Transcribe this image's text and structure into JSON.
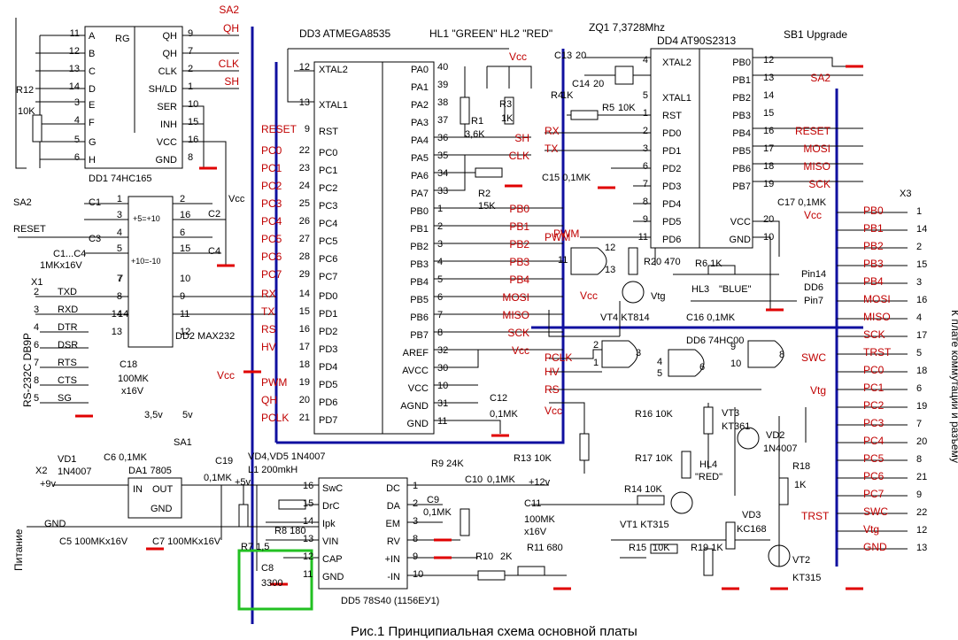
{
  "caption": "Рис.1 Принципиальная схема основной платы",
  "top_labels": {
    "dd3": "DD3 ATMEGA8535",
    "hl": "HL1 \"GREEN\"  HL2 \"RED\"",
    "zq1": "ZQ1 7,3728Mhz",
    "dd4": "DD4  AT90S2313",
    "sb1": "SB1 Upgrade"
  },
  "dd1": {
    "title": "DD1 74HC165",
    "func": "RG",
    "left_pins": [
      {
        "name": "A",
        "num": "11"
      },
      {
        "name": "B",
        "num": "12"
      },
      {
        "name": "C",
        "num": "13"
      },
      {
        "name": "D",
        "num": "14"
      },
      {
        "name": "E",
        "num": "3"
      },
      {
        "name": "F",
        "num": "4"
      },
      {
        "name": "G",
        "num": "5"
      },
      {
        "name": "H",
        "num": "6"
      }
    ],
    "right_pins": [
      {
        "name": "QH",
        "num": "9"
      },
      {
        "name": "QH",
        "num": "7"
      },
      {
        "name": "CLK",
        "num": "2"
      },
      {
        "name": "SH/LD",
        "num": "1"
      },
      {
        "name": "SER",
        "num": "10"
      },
      {
        "name": "INH",
        "num": "15"
      },
      {
        "name": "VCC",
        "num": "16"
      },
      {
        "name": "GND",
        "num": "8"
      }
    ],
    "nets": [
      "SA2",
      "QH",
      "CLK",
      "SH"
    ]
  },
  "dd2": {
    "title": "DD2 MAX232",
    "top_labels": [
      "+5=+10",
      "+10=-10"
    ],
    "left_nums": [
      "1",
      "3",
      "4",
      "5",
      "7",
      "8",
      "14",
      "13"
    ],
    "right_nums": [
      "2",
      "16",
      "6",
      "15",
      "10",
      "9",
      "11",
      "12"
    ]
  },
  "dd3": {
    "left_pins": [
      {
        "net": "",
        "name": "XTAL2",
        "num": "12"
      },
      {
        "net": "",
        "name": "XTAL1",
        "num": "13"
      },
      {
        "net": "RESET",
        "name": "RST",
        "num": "9"
      },
      {
        "net": "PC0",
        "name": "PC0",
        "num": "22"
      },
      {
        "net": "PC1",
        "name": "PC1",
        "num": "23"
      },
      {
        "net": "PC2",
        "name": "PC2",
        "num": "24"
      },
      {
        "net": "PC3",
        "name": "PC3",
        "num": "25"
      },
      {
        "net": "PC4",
        "name": "PC4",
        "num": "26"
      },
      {
        "net": "PC5",
        "name": "PC5",
        "num": "27"
      },
      {
        "net": "PC6",
        "name": "PC6",
        "num": "28"
      },
      {
        "net": "PC7",
        "name": "PC7",
        "num": "29"
      },
      {
        "net": "RX",
        "name": "PD0",
        "num": "14"
      },
      {
        "net": "TX",
        "name": "PD1",
        "num": "15"
      },
      {
        "net": "RS",
        "name": "PD2",
        "num": "16"
      },
      {
        "net": "HV",
        "name": "PD3",
        "num": "17"
      },
      {
        "net": "",
        "name": "PD4",
        "num": "18"
      },
      {
        "net": "PWM",
        "name": "PD5",
        "num": "19"
      },
      {
        "net": "QH",
        "name": "PD6",
        "num": "20"
      },
      {
        "net": "PCLK",
        "name": "PD7",
        "num": "21"
      }
    ],
    "right_pins": [
      {
        "net": "",
        "name": "PA0",
        "num": "40"
      },
      {
        "net": "",
        "name": "PA1",
        "num": "39"
      },
      {
        "net": "",
        "name": "PA2",
        "num": "38"
      },
      {
        "net": "",
        "name": "PA3",
        "num": "37"
      },
      {
        "net": "SH",
        "name": "PA4",
        "num": "36"
      },
      {
        "net": "CLK",
        "name": "PA5",
        "num": "35"
      },
      {
        "net": "",
        "name": "PA6",
        "num": "34"
      },
      {
        "net": "",
        "name": "PA7",
        "num": "33"
      },
      {
        "net": "PB0",
        "name": "PB0",
        "num": "1"
      },
      {
        "net": "PB1",
        "name": "PB1",
        "num": "2"
      },
      {
        "net": "PB2",
        "name": "PB2",
        "num": "3"
      },
      {
        "net": "PB3",
        "name": "PB3",
        "num": "4"
      },
      {
        "net": "PB4",
        "name": "PB4",
        "num": "5"
      },
      {
        "net": "MOSI",
        "name": "PB5",
        "num": "6"
      },
      {
        "net": "MISO",
        "name": "PB6",
        "num": "7"
      },
      {
        "net": "SCK",
        "name": "PB7",
        "num": "8"
      },
      {
        "net": "Vcc",
        "name": "AREF",
        "num": "32"
      },
      {
        "net": "",
        "name": "AVCC",
        "num": "30"
      },
      {
        "net": "",
        "name": "VCC",
        "num": "10"
      },
      {
        "net": "",
        "name": "AGND",
        "num": "31"
      },
      {
        "net": "",
        "name": "GND",
        "num": "11"
      }
    ]
  },
  "dd4": {
    "left_pins": [
      {
        "net": "",
        "name": "XTAL2",
        "num": "4"
      },
      {
        "net": "",
        "name": "XTAL1",
        "num": "5"
      },
      {
        "net": "",
        "name": "RST",
        "num": "1"
      },
      {
        "net": "RX",
        "name": "PD0",
        "num": "2"
      },
      {
        "net": "TX",
        "name": "PD1",
        "num": "3"
      },
      {
        "net": "",
        "name": "PD2",
        "num": "6"
      },
      {
        "net": "",
        "name": "PD3",
        "num": "7"
      },
      {
        "net": "",
        "name": "PD4",
        "num": "8"
      },
      {
        "net": "",
        "name": "PD5",
        "num": "9"
      },
      {
        "net": "PWM",
        "name": "PD6",
        "num": "11"
      }
    ],
    "right_pins": [
      {
        "net": "",
        "name": "PB0",
        "num": "12"
      },
      {
        "net": "SA2",
        "name": "PB1",
        "num": "13"
      },
      {
        "net": "",
        "name": "PB2",
        "num": "14"
      },
      {
        "net": "",
        "name": "PB3",
        "num": "15"
      },
      {
        "net": "RESET",
        "name": "PB4",
        "num": "16"
      },
      {
        "net": "MOSI",
        "name": "PB5",
        "num": "17"
      },
      {
        "net": "MISO",
        "name": "PB6",
        "num": "18"
      },
      {
        "net": "SCK",
        "name": "PB7",
        "num": "19"
      },
      {
        "net": "",
        "name": "VCC",
        "num": "20"
      },
      {
        "net": "",
        "name": "GND",
        "num": "10"
      }
    ]
  },
  "dd5": {
    "title": "DD5 78S40 (1156ЕУ1)",
    "left_pins": [
      {
        "name": "SwC",
        "num": "16"
      },
      {
        "name": "DrC",
        "num": "15"
      },
      {
        "name": "Ipk",
        "num": "14"
      },
      {
        "name": "VIN",
        "num": "13"
      },
      {
        "name": "CAP",
        "num": "12"
      },
      {
        "name": "GND",
        "num": "11"
      }
    ],
    "right_pins": [
      {
        "name": "DC",
        "num": "1"
      },
      {
        "name": "DA",
        "num": "2"
      },
      {
        "name": "EM",
        "num": "3"
      },
      {
        "name": "RV",
        "num": "8"
      },
      {
        "name": "+IN",
        "num": "9"
      },
      {
        "name": "-IN",
        "num": "10"
      }
    ]
  },
  "dd6": {
    "title": "DD6 74HC00",
    "pins": [
      "2",
      "1",
      "3",
      "4",
      "5",
      "6",
      "9",
      "10",
      "8",
      "11",
      "12",
      "13"
    ]
  },
  "x1": {
    "title": "RS-232C  DB9P",
    "name": "X1",
    "rows": [
      {
        "num": "2",
        "net": "TXD",
        "pin": "7"
      },
      {
        "num": "3",
        "net": "RXD",
        "pin": "14"
      },
      {
        "num": "4",
        "net": "DTR",
        "pin": ""
      },
      {
        "num": "6",
        "net": "DSR",
        "pin": ""
      },
      {
        "num": "7",
        "net": "RTS",
        "pin": ""
      },
      {
        "num": "8",
        "net": "CTS",
        "pin": ""
      },
      {
        "num": "5",
        "net": "SG",
        "pin": ""
      }
    ]
  },
  "x3": {
    "name": "X3",
    "vertical": "К плате коммутации и разъему",
    "rows": [
      {
        "net": "PB0",
        "num": "1"
      },
      {
        "net": "PB1",
        "num": "14"
      },
      {
        "net": "PB2",
        "num": "2"
      },
      {
        "net": "PB3",
        "num": "15"
      },
      {
        "net": "PB4",
        "num": "3"
      },
      {
        "net": "MOSI",
        "num": "16"
      },
      {
        "net": "MISO",
        "num": "4"
      },
      {
        "net": "SCK",
        "num": "17"
      },
      {
        "net": "TRST",
        "num": "5"
      },
      {
        "net": "PC0",
        "num": "18"
      },
      {
        "net": "PC1",
        "num": "6"
      },
      {
        "net": "PC2",
        "num": "19"
      },
      {
        "net": "PC3",
        "num": "7"
      },
      {
        "net": "PC4",
        "num": "20"
      },
      {
        "net": "PC5",
        "num": "8"
      },
      {
        "net": "PC6",
        "num": "21"
      },
      {
        "net": "PC7",
        "num": "9"
      },
      {
        "net": "SWC",
        "num": "22"
      },
      {
        "net": "Vtg",
        "num": "12"
      },
      {
        "net": "GND",
        "num": "13"
      }
    ]
  },
  "x2": {
    "name": "X2",
    "vertical": "Питание",
    "plus": "+9v",
    "gnd": "GND"
  },
  "parts": {
    "r12": "R12",
    "r12v": "10K",
    "sa2": "SA2",
    "c1": "C1",
    "c2": "C2",
    "c3": "C3",
    "c4": "C4",
    "c1c4": "C1...C4",
    "c1c4v": "1MKx16V",
    "reset": "RESET",
    "vcc": "Vcc",
    "r1": "R1",
    "r1v": "3,6K",
    "r3": "R3",
    "r3v": "1K",
    "r2": "R2",
    "r2v": "15K",
    "c12": "C12",
    "c12v": "0,1MK",
    "c13": "C13",
    "c13v": "20",
    "c14": "C14",
    "c14v": "20",
    "r4": "R4",
    "r4v": "1K",
    "r5": "R5",
    "r5v": "10K",
    "c15": "C15 0,1MK",
    "c17": "C17 0,1MK",
    "pin14": "Pin14",
    "dd6": "DD6",
    "pin7": "Pin7",
    "r20": "R20 470",
    "r6": "R6 1K",
    "hl3": "HL3",
    "hl3v": "\"BLUE\"",
    "vt4": "VT4  KT814",
    "vtg": "Vtg",
    "c16": "C16 0,1MK",
    "c18": "C18",
    "c18v": "100MK",
    "c18v2": "x16V",
    "v35": "3,5v",
    "v5": "5v",
    "sa1": "SA1",
    "c19": "C19",
    "c19v": "0,1MK",
    "vd45": "VD4,VD5 1N4007",
    "l1": "L1  200mkH",
    "plus5": "+5v",
    "vd1": "VD1",
    "vd1v": "1N4007",
    "c6": "C6 0,1MK",
    "da1": "DA1  7805",
    "da1in": "IN",
    "da1out": "OUT",
    "da1gnd": "GND",
    "c5": "C5 100MKx16V",
    "c7": "C7 100MKx16V",
    "r7": "R7 1,5",
    "r8": "R8 180",
    "c8": "C8",
    "c8v": "3300",
    "r9": "R9 24K",
    "c10": "C10",
    "c10v": "0,1MK",
    "c9": "C9",
    "c9v": "0,1MK",
    "c11": "C11",
    "c11v": "100MK",
    "c11v2": "x16V",
    "plus12": "+12v",
    "r10": "R10",
    "r10v": "2K",
    "r11": "R11 680",
    "r13": "R13 10K",
    "r14": "R14 10K",
    "vt1": "VT1 KT315",
    "r15": "R15",
    "r15v": "10K",
    "r19": "R19 1K",
    "r16": "R16 10K",
    "vt3": "VT3",
    "vt3v": "KT361",
    "r17": "R17 10K",
    "hl4": "HL4",
    "hl4v": "\"RED\"",
    "vd2": "VD2",
    "vd2v": "1N4007",
    "r18": "R18",
    "r18v": "1K",
    "vd3": "VD3",
    "vd3v": "KC168",
    "vt2": "VT2",
    "vt2v": "KT315",
    "pclk": "PCLK",
    "hv": "HV",
    "rs": "RS",
    "swc": "SWC",
    "trst": "TRST",
    "pwm": "PWM"
  }
}
